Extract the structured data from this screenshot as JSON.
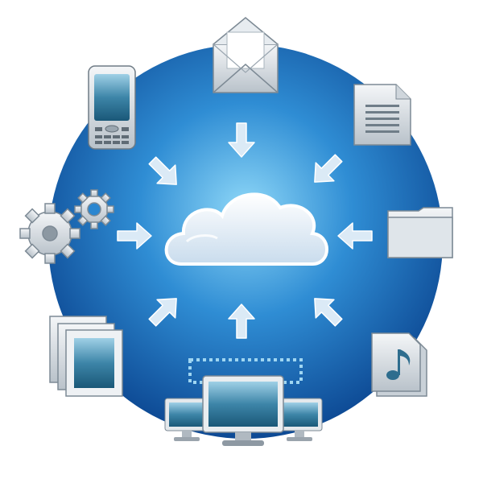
{
  "colors": {
    "sphere_light": "#7fd0f5",
    "sphere_mid": "#2a86d0",
    "sphere_dark": "#0d4f9a",
    "cloud": "#e8f2fa",
    "arrow": "#dbeaf6",
    "icon_gray": "#d5dbe0",
    "screen_dark": "#1f5f80",
    "screen_light": "#8ec3dc"
  },
  "icons": [
    "envelope-icon",
    "document-icon",
    "folder-icon",
    "music-file-icon",
    "monitors-network-icon",
    "photos-icon",
    "gears-icon",
    "mobile-phone-icon",
    "cloud-icon"
  ],
  "arrows": [
    "down",
    "down-left",
    "left",
    "up-left",
    "up",
    "up-right",
    "right",
    "down-right"
  ]
}
